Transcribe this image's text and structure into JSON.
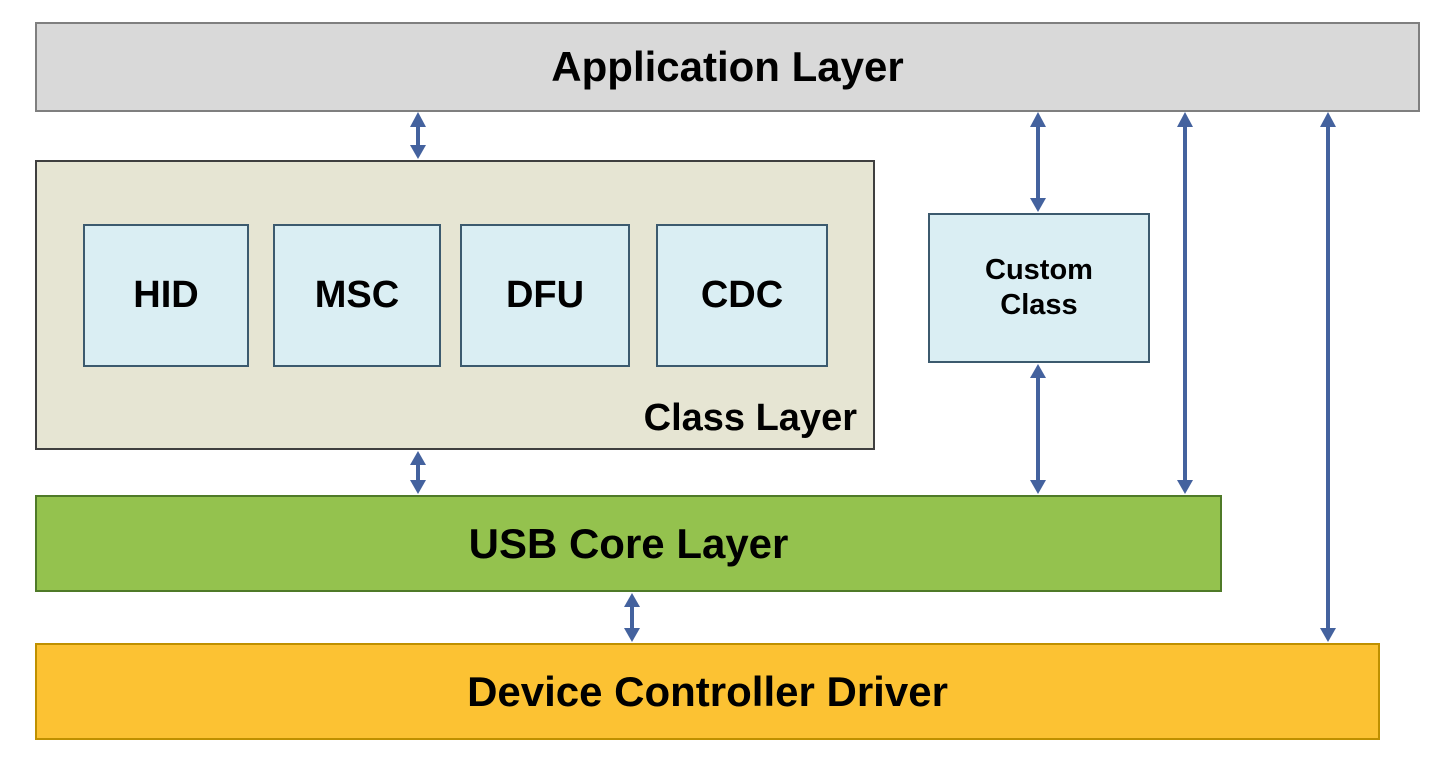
{
  "colors": {
    "application_bg": "#d9d9d9",
    "application_border": "#7f7f7f",
    "class_layer_bg": "#e6e5d3",
    "class_layer_border": "#3f3f3f",
    "class_box_bg": "#daeef3",
    "class_box_border": "#3c5a6e",
    "usb_core_bg": "#94c24e",
    "usb_core_border": "#4f7a28",
    "device_driver_bg": "#fcc233",
    "device_driver_border": "#bf9000",
    "arrow": "#44629e"
  },
  "application_layer": {
    "label": "Application Layer"
  },
  "class_layer": {
    "label": "Class Layer",
    "boxes": [
      {
        "label": "HID"
      },
      {
        "label": "MSC"
      },
      {
        "label": "DFU"
      },
      {
        "label": "CDC"
      }
    ]
  },
  "custom_class": {
    "label": "Custom Class"
  },
  "usb_core_layer": {
    "label": "USB Core Layer"
  },
  "device_controller_driver": {
    "label": "Device Controller Driver"
  }
}
